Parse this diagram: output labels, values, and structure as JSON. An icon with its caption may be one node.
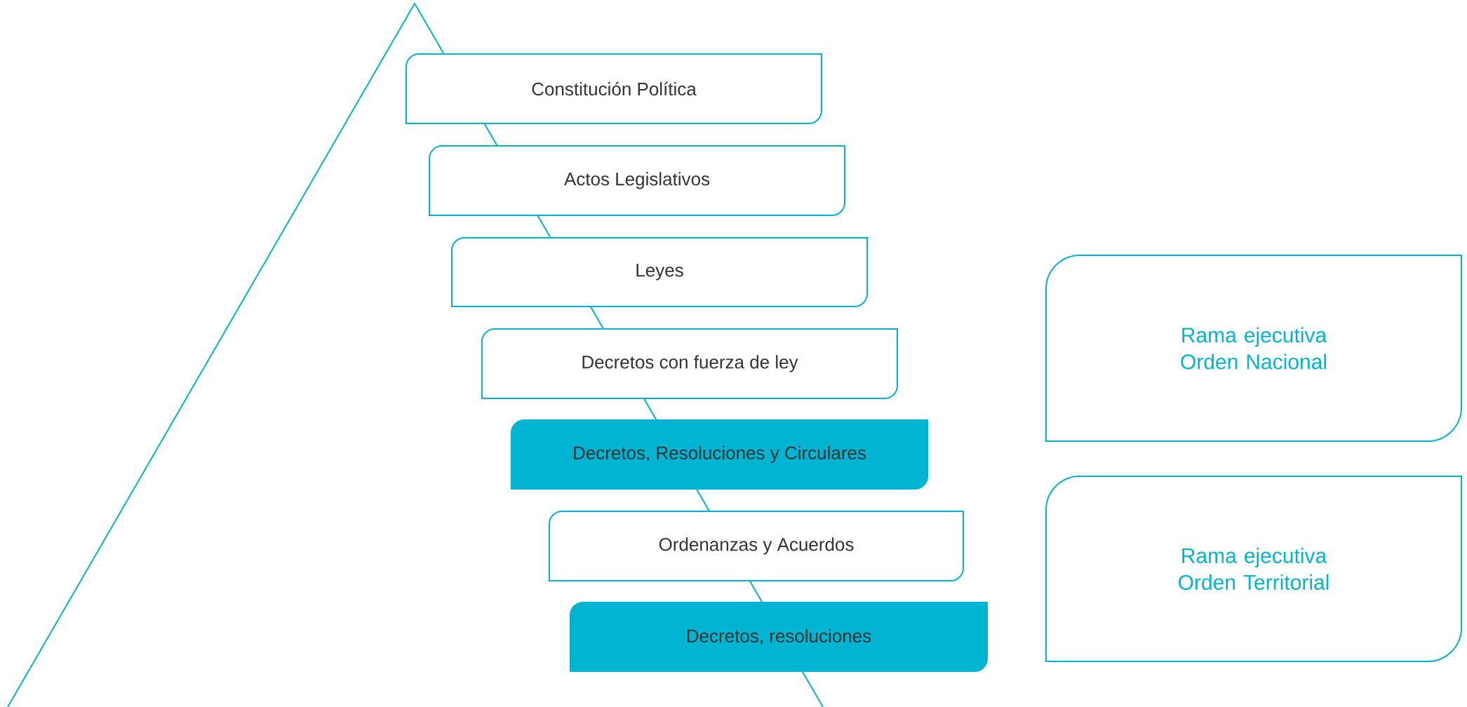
{
  "diagram": {
    "nodes": [
      {
        "text": [
          "Constitución Política"
        ]
      },
      {
        "text": [
          "Actos Legislativos"
        ]
      },
      {
        "text": [
          "Leyes"
        ]
      },
      {
        "text": [
          "Decretos con fuerza de ley"
        ]
      },
      {
        "text": [
          "Decretos, Resoluciones y Circulares"
        ]
      },
      {
        "text": [
          "Ordenanzas y Acuerdos"
        ]
      },
      {
        "text": [
          "Decretos, resoluciones"
        ]
      },
      {
        "text": [
          "Rama ejecutiva Orden Nacional"
        ]
      },
      {
        "text": [
          "Rama ejecutiva Orden Territorial"
        ]
      }
    ]
  }
}
